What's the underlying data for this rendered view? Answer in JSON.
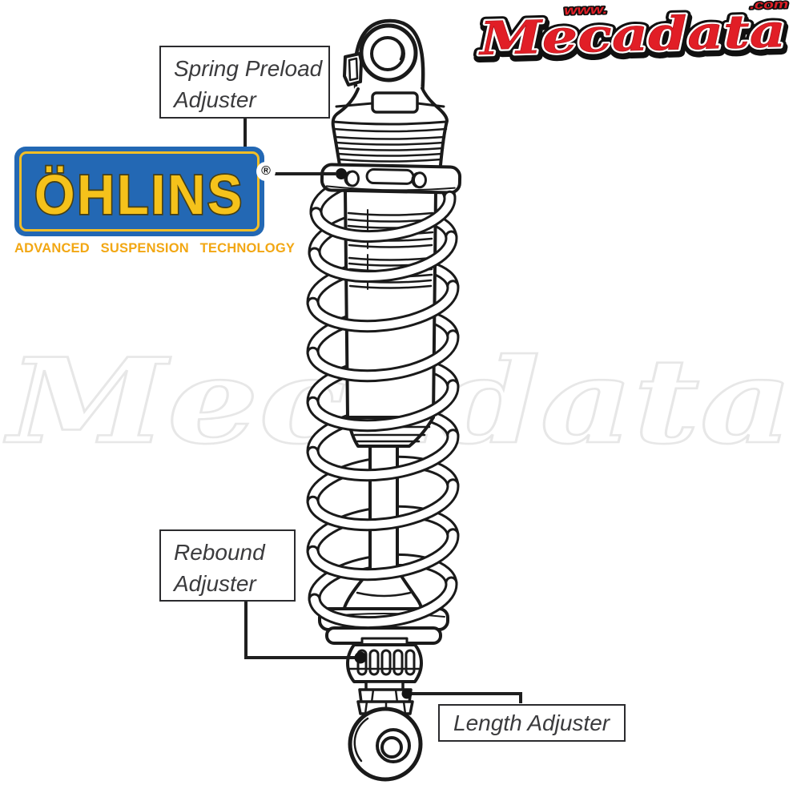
{
  "page": {
    "background": "#ffffff",
    "ink": "#1a1a1a"
  },
  "site_logo": {
    "www": "www.",
    "name": "Mecadata",
    "com": ".com",
    "red": "#E11E26"
  },
  "watermark": {
    "text": "Mecadata",
    "color": "#e7e7e7"
  },
  "ohlins_logo": {
    "wordmark": "ÖHLINS",
    "registered": "®",
    "tagline": "ADVANCED SUSPENSION TECHNOLOGY",
    "blue": "#2368B4",
    "yellow": "#F5C21B",
    "tagline_color": "#F2A713"
  },
  "callout_labels": {
    "spring_preload": {
      "line1": "Spring Preload",
      "line2": "Adjuster"
    },
    "rebound": {
      "line1": "Rebound",
      "line2": "Adjuster"
    },
    "length": {
      "label": "Length Adjuster"
    }
  },
  "diagram": {
    "subject": "Coil-over shock absorber"
  }
}
